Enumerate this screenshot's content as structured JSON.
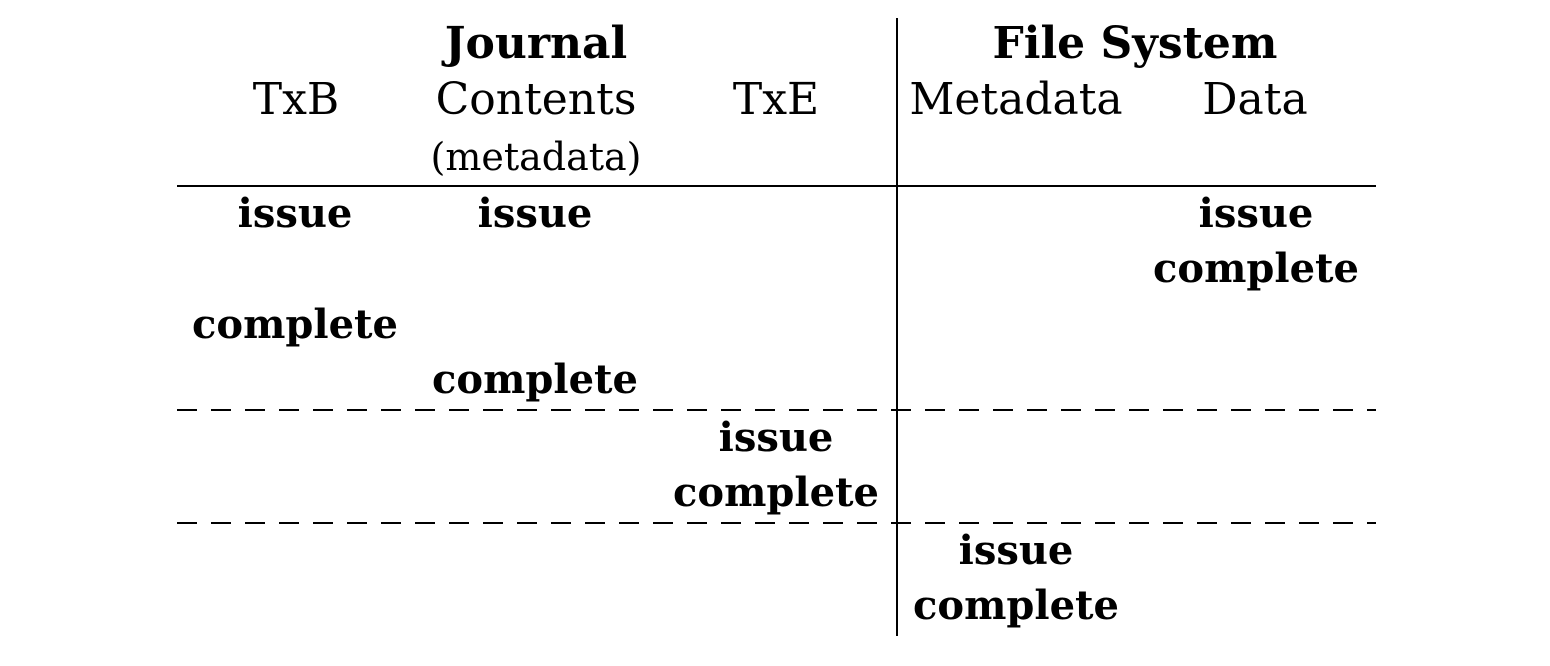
{
  "journal": {
    "title": "Journal",
    "txb": "TxB",
    "contents": "Contents",
    "contents_note": "(metadata)",
    "txe": "TxE"
  },
  "file_system": {
    "title": "File System",
    "metadata": "Metadata",
    "data": "Data"
  },
  "events": {
    "txb_issue": "issue",
    "contents_issue": "issue",
    "data_issue": "issue",
    "data_complete": "complete",
    "txb_complete": "complete",
    "contents_complete": "complete",
    "txe_issue": "issue",
    "txe_complete": "complete",
    "metadata_issue": "issue",
    "metadata_complete": "complete"
  }
}
